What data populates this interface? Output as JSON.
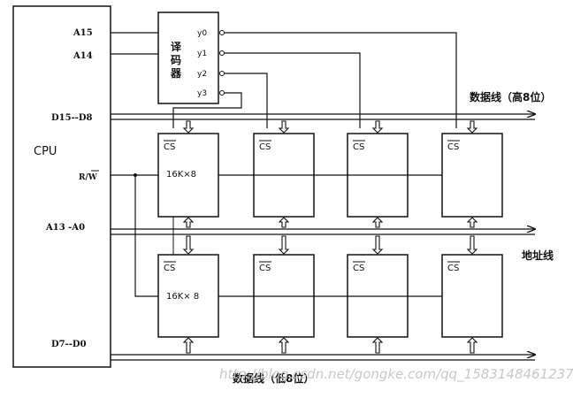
{
  "cpu": {
    "label": "CPU",
    "pins": {
      "a15": "A15",
      "a14": "A14",
      "d_high": "D15--D8",
      "rw": "R/W",
      "addr": "A13 -A0",
      "d_low": "D7--D0"
    }
  },
  "decoder": {
    "label_chars": [
      "译",
      "码",
      "器"
    ],
    "outputs": [
      "y0",
      "y1",
      "y2",
      "y3"
    ]
  },
  "chips": {
    "cs_label": "CS",
    "capacity_row1": "16K×8",
    "capacity_row2": "16K× 8"
  },
  "buses": {
    "data_high": "数据线（高8位）",
    "address": "地址线",
    "data_low": "数据线（低8位）"
  },
  "watermark": "http://blog.csdn.net/gongke.com/qq_1583148461237"
}
